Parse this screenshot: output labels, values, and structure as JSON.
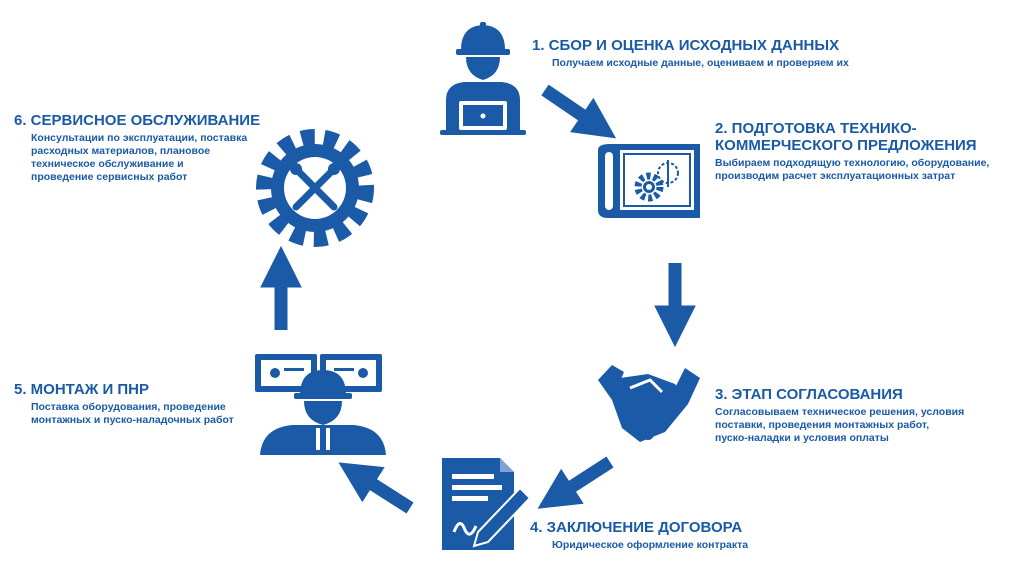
{
  "colors": {
    "primary": "#1a5aa6"
  },
  "steps": [
    {
      "title": "1. СБОР И ОЦЕНКА ИСХОДНЫХ ДАННЫХ",
      "desc": "Получаем исходные данные, оцениваем и проверяем их",
      "icon": "engineer-laptop-icon"
    },
    {
      "title": "2. ПОДГОТОВКА ТЕХНИКО-\nКОММЕРЧЕСКОГО ПРЕДЛОЖЕНИЯ",
      "desc": "Выбираем подходящую технологию, оборудование,\nпроизводим расчет эксплуатационных затрат",
      "icon": "blueprint-gear-icon"
    },
    {
      "title": "3. ЭТАП СОГЛАСОВАНИЯ",
      "desc": "Согласовываем техническое решения, условия\nпоставки, проведения монтажных работ,\nпуско-наладки и условия оплаты",
      "icon": "handshake-icon"
    },
    {
      "title": "4. ЗАКЛЮЧЕНИЕ ДОГОВОРА",
      "desc": "Юридическое оформление контракта",
      "icon": "contract-pen-icon"
    },
    {
      "title": "5. МОНТАЖ И ПНР",
      "desc": "Поставка оборудования, проведение\nмонтажных и пуско-наладочных работ",
      "icon": "engineer-monitors-icon"
    },
    {
      "title": "6. СЕРВИСНОЕ ОБСЛУЖИВАНИЕ",
      "desc": "Консультации по эксплуатации, поставка\nрасходных материалов, плановое\nтехническое обслуживание и\nпроведение сервисных работ",
      "icon": "gear-tools-icon"
    }
  ]
}
